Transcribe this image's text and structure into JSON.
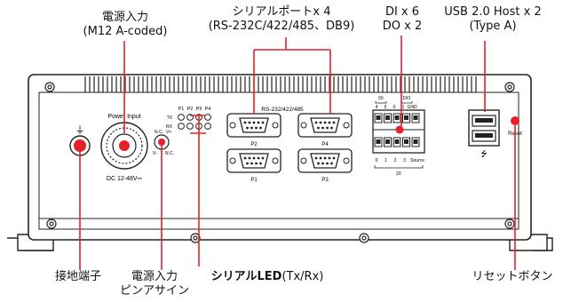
{
  "callouts": {
    "power_input_title": "電源入力",
    "power_input_sub": "(M12 A-coded)",
    "serial_title": "シリアルポートx 4",
    "serial_sub": "(RS-232C/422/485、DB9)",
    "dio_line1": "DI x 6",
    "dio_line2": "DO x 2",
    "usb_line1": "USB 2.0 Host x 2",
    "usb_line2": "(Type A)",
    "ground": "接地端子",
    "power_pin_line1": "電源入力",
    "power_pin_line2": "ピンアサイン",
    "serial_led_main": "シリアルLED",
    "serial_led_suffix": "(Tx/Rx)",
    "reset": "リセットボタン"
  },
  "panel": {
    "power_input_label": "Power Input",
    "power_rating": "DC 12-48V⎓",
    "serial_header": "RS-232/422/485",
    "port_labels": [
      "P2",
      "P4",
      "P1",
      "P3"
    ],
    "led_cols": [
      "P1",
      "P2",
      "P3",
      "P4"
    ],
    "led_rows": [
      "TX",
      "RX"
    ],
    "do_label": "DO",
    "di_label": "DI",
    "dio_top_pins": [
      "4",
      "5",
      "0",
      "1",
      "GND"
    ],
    "dio_bottom_pins": [
      "0",
      "1",
      "2",
      "3",
      "Source"
    ],
    "reset_label": "Reset",
    "usb_symbol": "⭍",
    "ground_symbol": "⏚"
  },
  "colors": {
    "callout_line": "#e8202a",
    "accent_red": "#e8202a",
    "outline": "#222222"
  }
}
